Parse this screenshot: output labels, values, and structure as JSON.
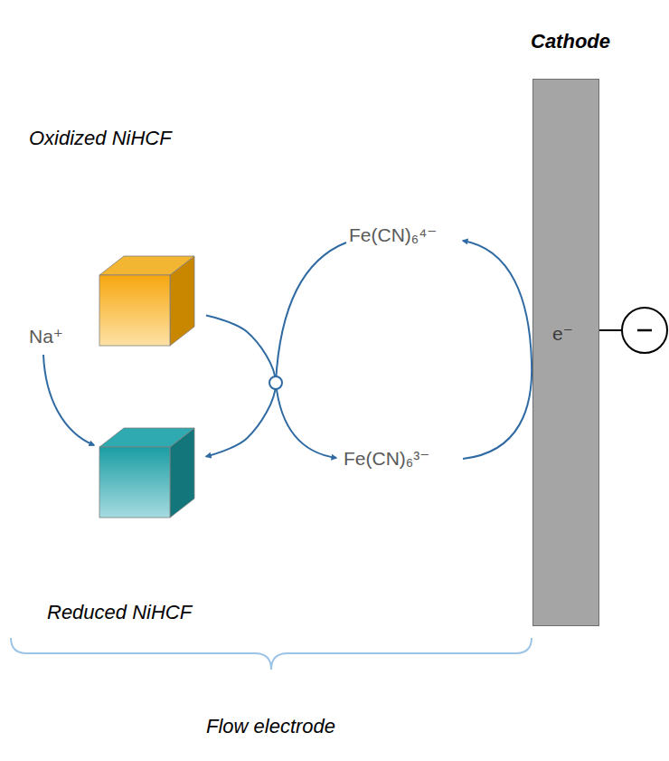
{
  "diagram": {
    "nodes": [
      {
        "text": [
          "Cathode"
        ]
      },
      {
        "text": [
          "Oxidized NiHCF"
        ]
      },
      {
        "text": [
          "Reduced NiHCF"
        ]
      }
    ],
    "edges": [
      {
        "from": 1,
        "to": 2,
        "arrow": "to"
      }
    ],
    "labels": [
      "Na⁺",
      "Fe(CN)₆⁴⁻",
      "Fe(CN)₆³⁻",
      "e⁻",
      "Flow electrode"
    ]
  }
}
